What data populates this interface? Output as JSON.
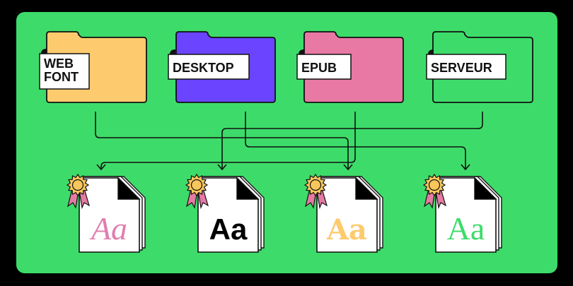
{
  "colors": {
    "background": "#000000",
    "panel": "#3ddc6a",
    "stroke": "#111111",
    "badge_gold": "#f8c65c",
    "badge_ribbon": "#e57aa3",
    "doc_fold": "#000000",
    "label_bg": "#ffffff"
  },
  "folders": [
    {
      "id": "webfont",
      "label_lines": [
        "WEB",
        "FONT"
      ],
      "fill": "#fdcb6e"
    },
    {
      "id": "desktop",
      "label_lines": [
        "DESKTOP"
      ],
      "fill": "#6a44ff"
    },
    {
      "id": "epub",
      "label_lines": [
        "EPUB"
      ],
      "fill": "#e878a4"
    },
    {
      "id": "serveur",
      "label_lines": [
        "SERVEUR"
      ],
      "fill": "#3ddc6a"
    }
  ],
  "documents": [
    {
      "id": "doc-1",
      "sample": "Aa",
      "style": "serif-italic",
      "color": "#e07fae"
    },
    {
      "id": "doc-2",
      "sample": "Aa",
      "style": "sans-bold",
      "color": "#000000"
    },
    {
      "id": "doc-3",
      "sample": "Aa",
      "style": "serif-bold",
      "color": "#fdcb6e"
    },
    {
      "id": "doc-4",
      "sample": "Aa",
      "style": "serif",
      "color": "#3ddc6a"
    }
  ],
  "connections": [
    {
      "from": "webfont",
      "to": "doc-3"
    },
    {
      "from": "desktop",
      "to": "doc-4"
    },
    {
      "from": "epub",
      "to": "doc-1"
    },
    {
      "from": "serveur",
      "to": "doc-2"
    }
  ]
}
